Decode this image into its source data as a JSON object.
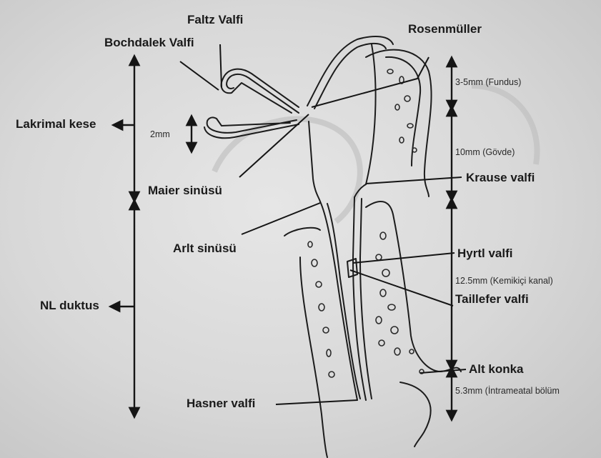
{
  "labels": {
    "faltz": "Faltz Valfi",
    "bochdalek": "Bochdalek Valfi",
    "rosenmuller": "Rosenmüller",
    "lakrimal": "Lakrimal kese",
    "maier": "Maier sinüsü",
    "krause": "Krause valfi",
    "arlt": "Arlt sinüsü",
    "hyrtl": "Hyrtl valfi",
    "nl": "NL duktus",
    "taillefer": "Taillefer valfi",
    "alt_konka": "Alt konka",
    "hasner": "Hasner valfi"
  },
  "measurements": {
    "fundus": "3-5mm (Fundus)",
    "canaliculus": "2mm",
    "govde": "10mm (Gövde)",
    "kemik": "12.5mm (Kemikiçi kanal)",
    "intrameatal": "5.3mm (İntrameatal bölüm"
  }
}
